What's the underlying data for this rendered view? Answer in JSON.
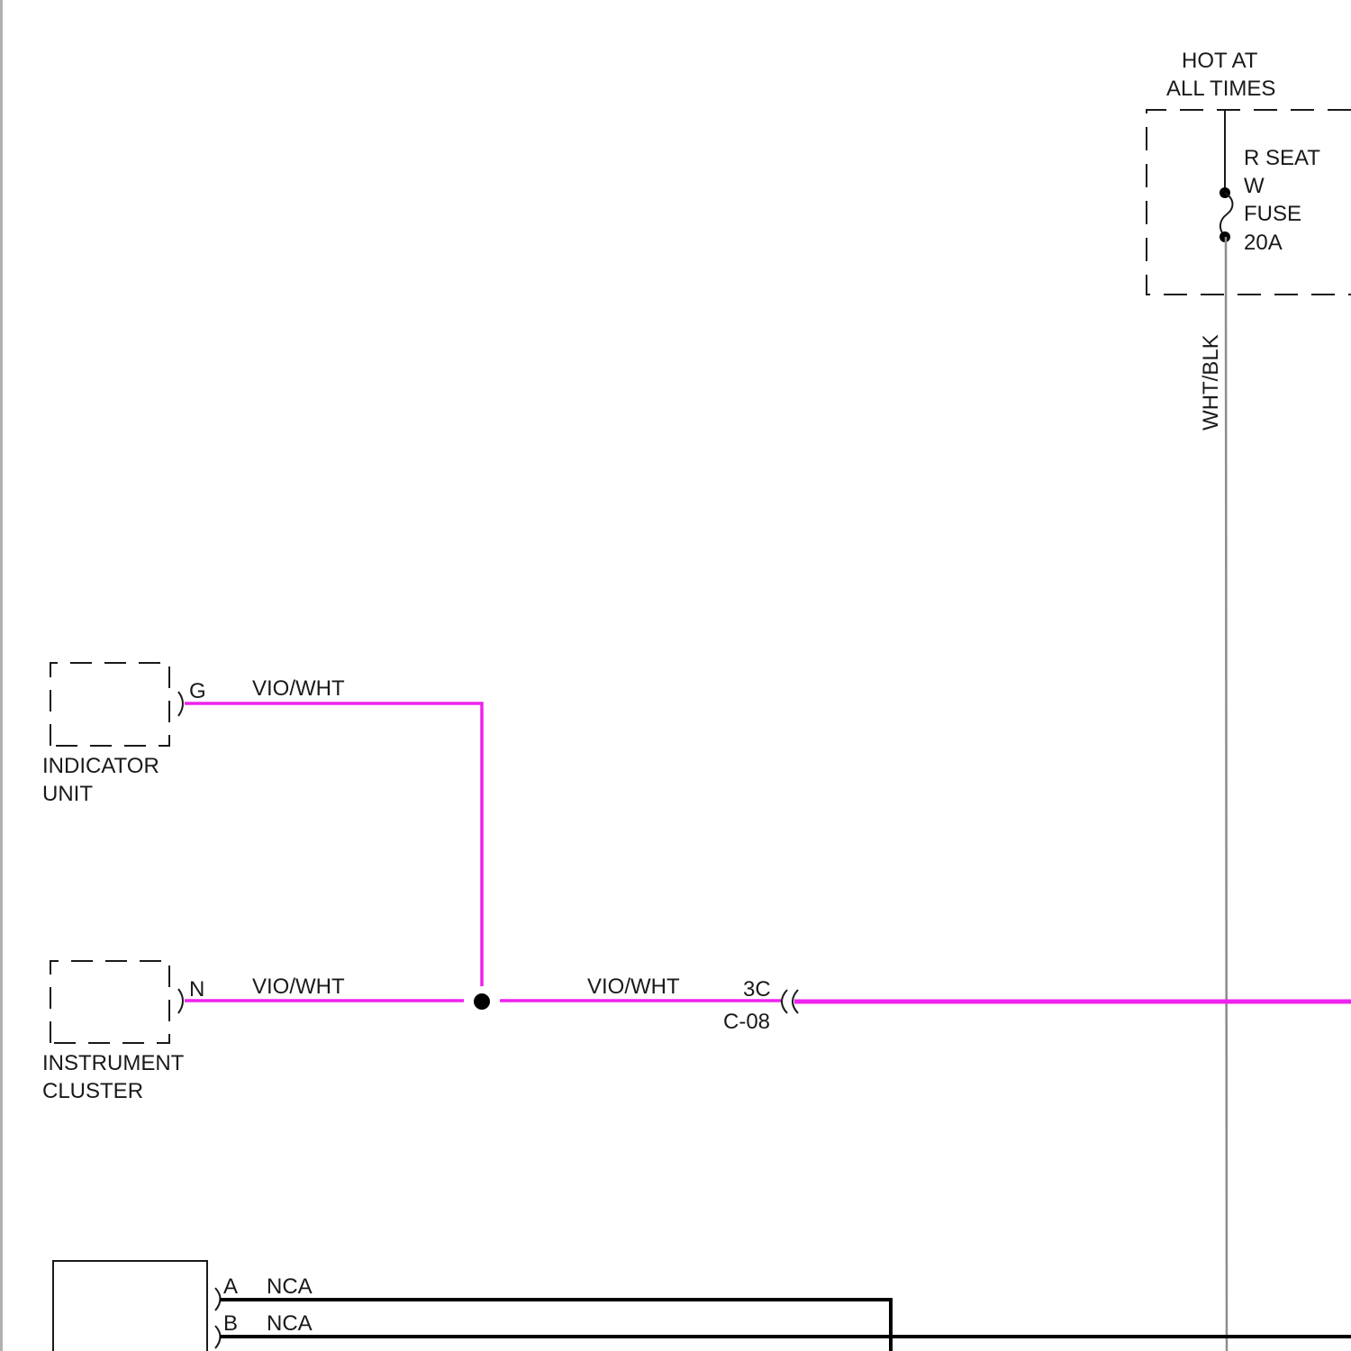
{
  "colors": {
    "background": "#ffffff",
    "vio_wht_wire": "#ee22ee",
    "wht_blk_wire": "#8c8c8c",
    "black_wire": "#000000",
    "outline": "#1a1a1a"
  },
  "fuse_block": {
    "hot_label_line1": "HOT AT",
    "hot_label_line2": "ALL TIMES",
    "fuse_label_line1": "R SEAT",
    "fuse_label_line2": "W",
    "fuse_label_line3": "FUSE",
    "fuse_label_line4": "20A",
    "wire_color_label": "WHT/BLK"
  },
  "indicator_unit": {
    "name_line1": "INDICATOR",
    "name_line2": "UNIT",
    "pin": "G",
    "wire_label": "VIO/WHT"
  },
  "instrument_cluster": {
    "name_line1": "INSTRUMENT",
    "name_line2": "CLUSTER",
    "pin": "N",
    "wire_label": "VIO/WHT"
  },
  "trunk_wire": {
    "wire_label": "VIO/WHT",
    "connector_pin": "3C",
    "connector_id": "C-08"
  },
  "bottom_module": {
    "pin_a": "A",
    "pin_a_label": "NCA",
    "pin_b": "B",
    "pin_b_label": "NCA"
  }
}
